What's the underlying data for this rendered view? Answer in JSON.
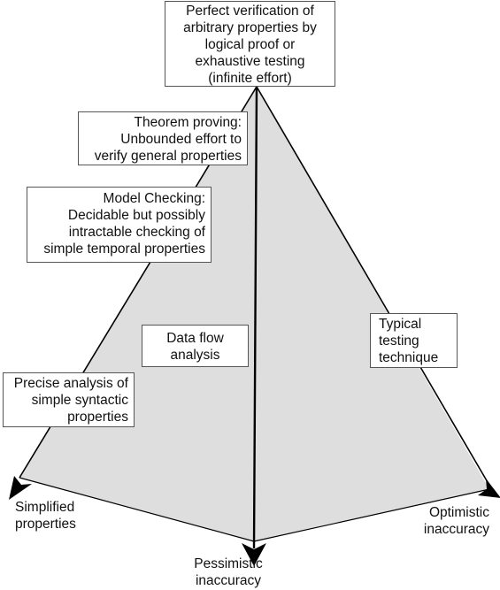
{
  "colors": {
    "background": "#ffffff",
    "face_fill": "#dedede",
    "edge": "#000000",
    "box_border": "#555555"
  },
  "top_box": {
    "lines": [
      "Perfect verification of",
      "arbitrary properties by",
      "logical proof or",
      "exhaustive testing",
      "(infinite effort)"
    ]
  },
  "theorem_box": {
    "lines": [
      "Theorem proving:",
      "Unbounded effort to",
      "verify general properties"
    ]
  },
  "model_box": {
    "lines": [
      "Model Checking:",
      "Decidable but possibly",
      "intractable checking of",
      "simple temporal properties"
    ]
  },
  "dataflow_box": {
    "lines": [
      "Data flow",
      "analysis"
    ]
  },
  "precise_box": {
    "lines": [
      "Precise analysis of",
      "simple syntactic",
      "properties"
    ]
  },
  "testing_box": {
    "lines": [
      "Typical",
      "testing",
      "technique"
    ]
  },
  "axes": {
    "left": [
      "Simplified",
      "properties"
    ],
    "bottom": [
      "Pessimistic",
      "inaccuracy"
    ],
    "right": [
      "Optimistic",
      "inaccuracy"
    ]
  },
  "icons": {
    "arrowheads": "arrowhead-icon"
  }
}
